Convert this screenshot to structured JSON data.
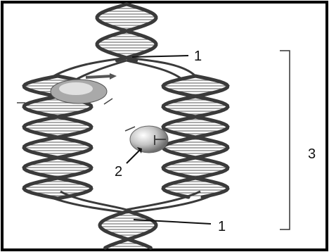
{
  "figure": {
    "labels": {
      "origin_top": "1",
      "enzyme": "2",
      "replication_bubble": "3",
      "origin_bottom": "1"
    },
    "colors": {
      "border": "#000000",
      "strand": "#3a3a3a",
      "rung": "#7a7a7a",
      "enzyme_fill": "#bdbdbd",
      "background": "#ffffff"
    }
  }
}
